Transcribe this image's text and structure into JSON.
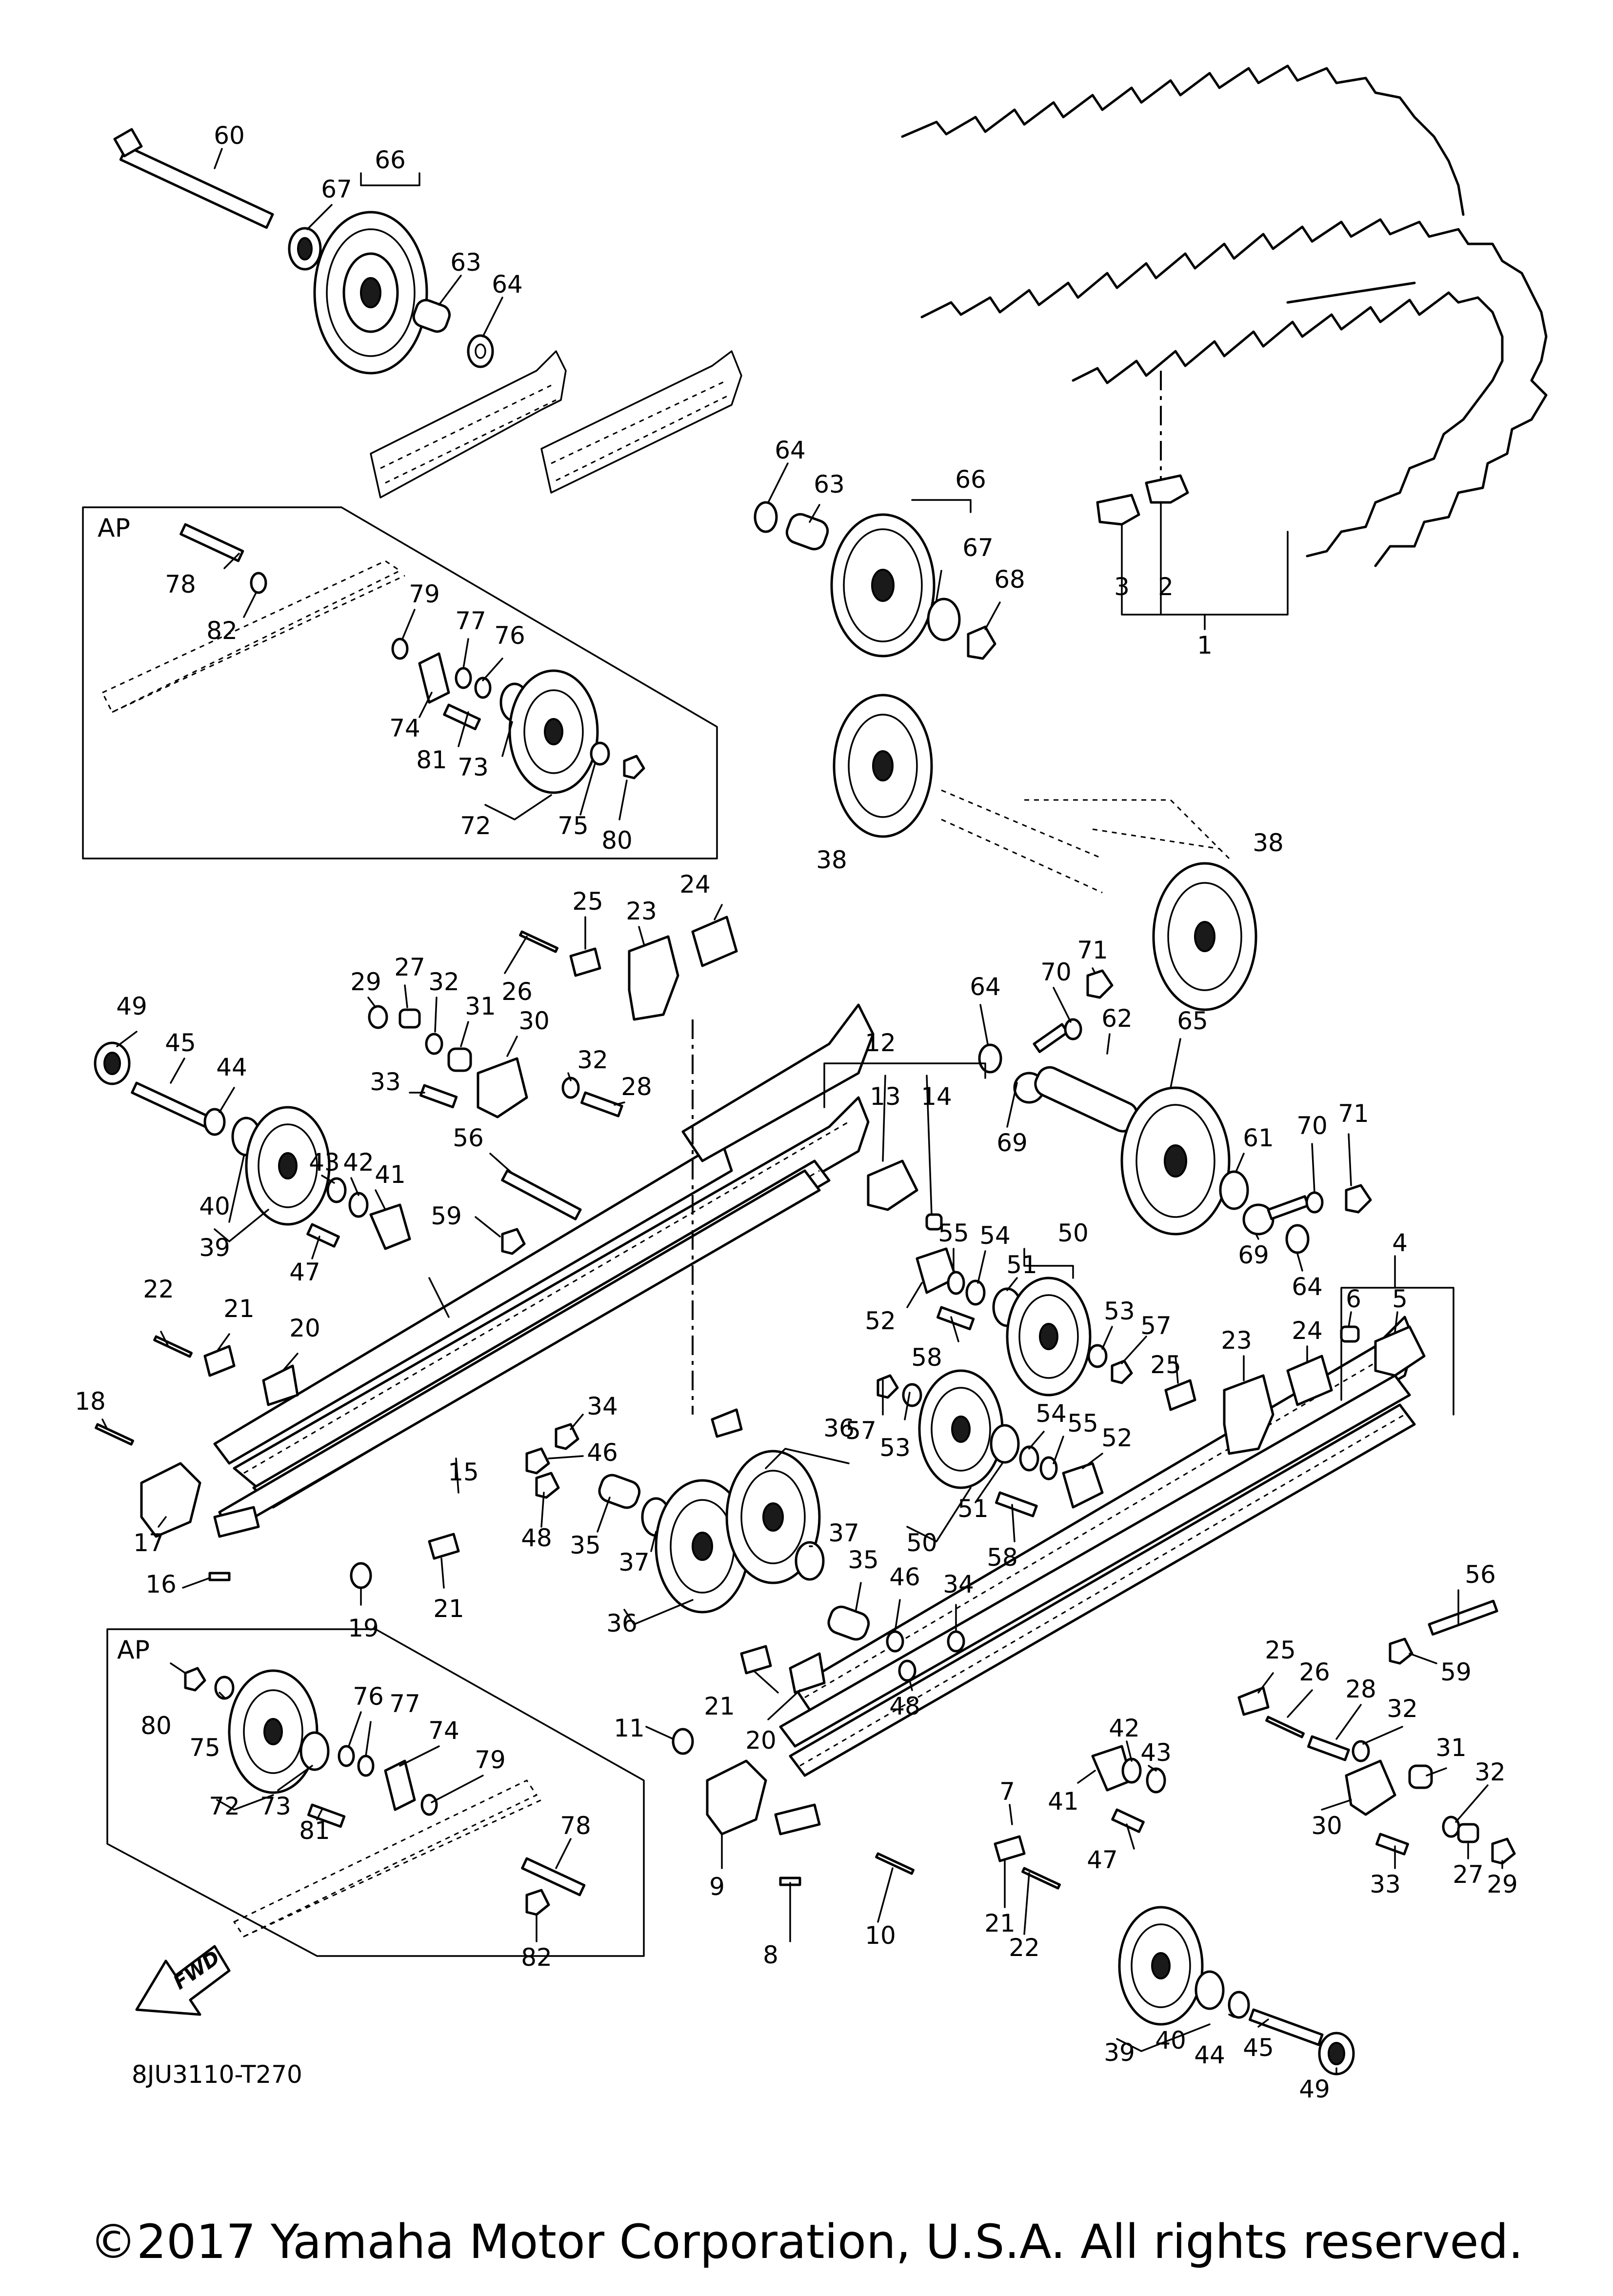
{
  "diagram_code": "8JU3110-T270",
  "copyright": "©2017 Yamaha Motor Corporation, U.S.A. All rights reserved.",
  "inset_label": "AP",
  "fwd_label": "FWD",
  "callouts": [
    "1",
    "2",
    "3",
    "4",
    "5",
    "6",
    "7",
    "8",
    "9",
    "10",
    "11",
    "12",
    "13",
    "14",
    "15",
    "16",
    "17",
    "18",
    "19",
    "20",
    "21",
    "22",
    "23",
    "24",
    "25",
    "26",
    "27",
    "28",
    "29",
    "30",
    "31",
    "32",
    "33",
    "34",
    "35",
    "36",
    "37",
    "38",
    "39",
    "40",
    "41",
    "42",
    "43",
    "44",
    "45",
    "46",
    "47",
    "48",
    "49",
    "50",
    "51",
    "52",
    "53",
    "54",
    "55",
    "56",
    "57",
    "58",
    "59",
    "60",
    "61",
    "62",
    "63",
    "64",
    "65",
    "66",
    "67",
    "68",
    "69",
    "70",
    "71",
    "72",
    "73",
    "74",
    "75",
    "76",
    "77",
    "78",
    "79",
    "80",
    "81",
    "82"
  ]
}
